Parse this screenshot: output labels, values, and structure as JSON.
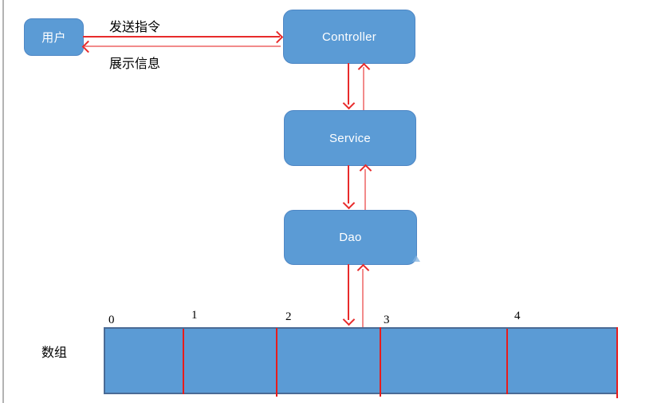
{
  "nodes": {
    "user": "用户",
    "controller": "Controller",
    "service": "Service",
    "dao": "Dao"
  },
  "edges": {
    "send": "发送指令",
    "display": "展示信息"
  },
  "array": {
    "title": "数组",
    "indices": [
      "0",
      "1",
      "2",
      "3",
      "4"
    ]
  },
  "colors": {
    "box_fill": "#5b9bd5",
    "box_border": "#4f87c5",
    "box_text": "#ffffff",
    "arrow_red": "#e82b2b",
    "arrow_pink": "#f28b8b",
    "array_border": "#4a6b96",
    "divider_red": "#e81c1c",
    "page_edge": "#b3b3b3",
    "label_text": "#000000",
    "corner_artifact": "#85b4e0"
  }
}
